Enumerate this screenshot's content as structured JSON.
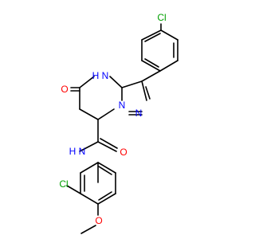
{
  "molecule": {
    "atoms": {
      "cl_top": {
        "label": "Cl",
        "color": "#00a000"
      },
      "nh_ring": {
        "label": "H",
        "color": "#0000ff"
      },
      "n_ring": {
        "label": "N",
        "color": "#0000ff"
      },
      "o_keto": {
        "label": "O",
        "color": "#ff0000"
      },
      "n_pyr1": {
        "label": "N",
        "color": "#0000ff"
      },
      "n_pyr2": {
        "label": "N",
        "color": "#0000ff"
      },
      "o_amide": {
        "label": "O",
        "color": "#ff0000"
      },
      "nh_amide_h": {
        "label": "H",
        "color": "#0000ff"
      },
      "nh_amide_n": {
        "label": "N",
        "color": "#0000ff"
      },
      "cl_bottom": {
        "label": "Cl",
        "color": "#00a000"
      },
      "o_methoxy": {
        "label": "O",
        "color": "#ff0000"
      }
    }
  }
}
